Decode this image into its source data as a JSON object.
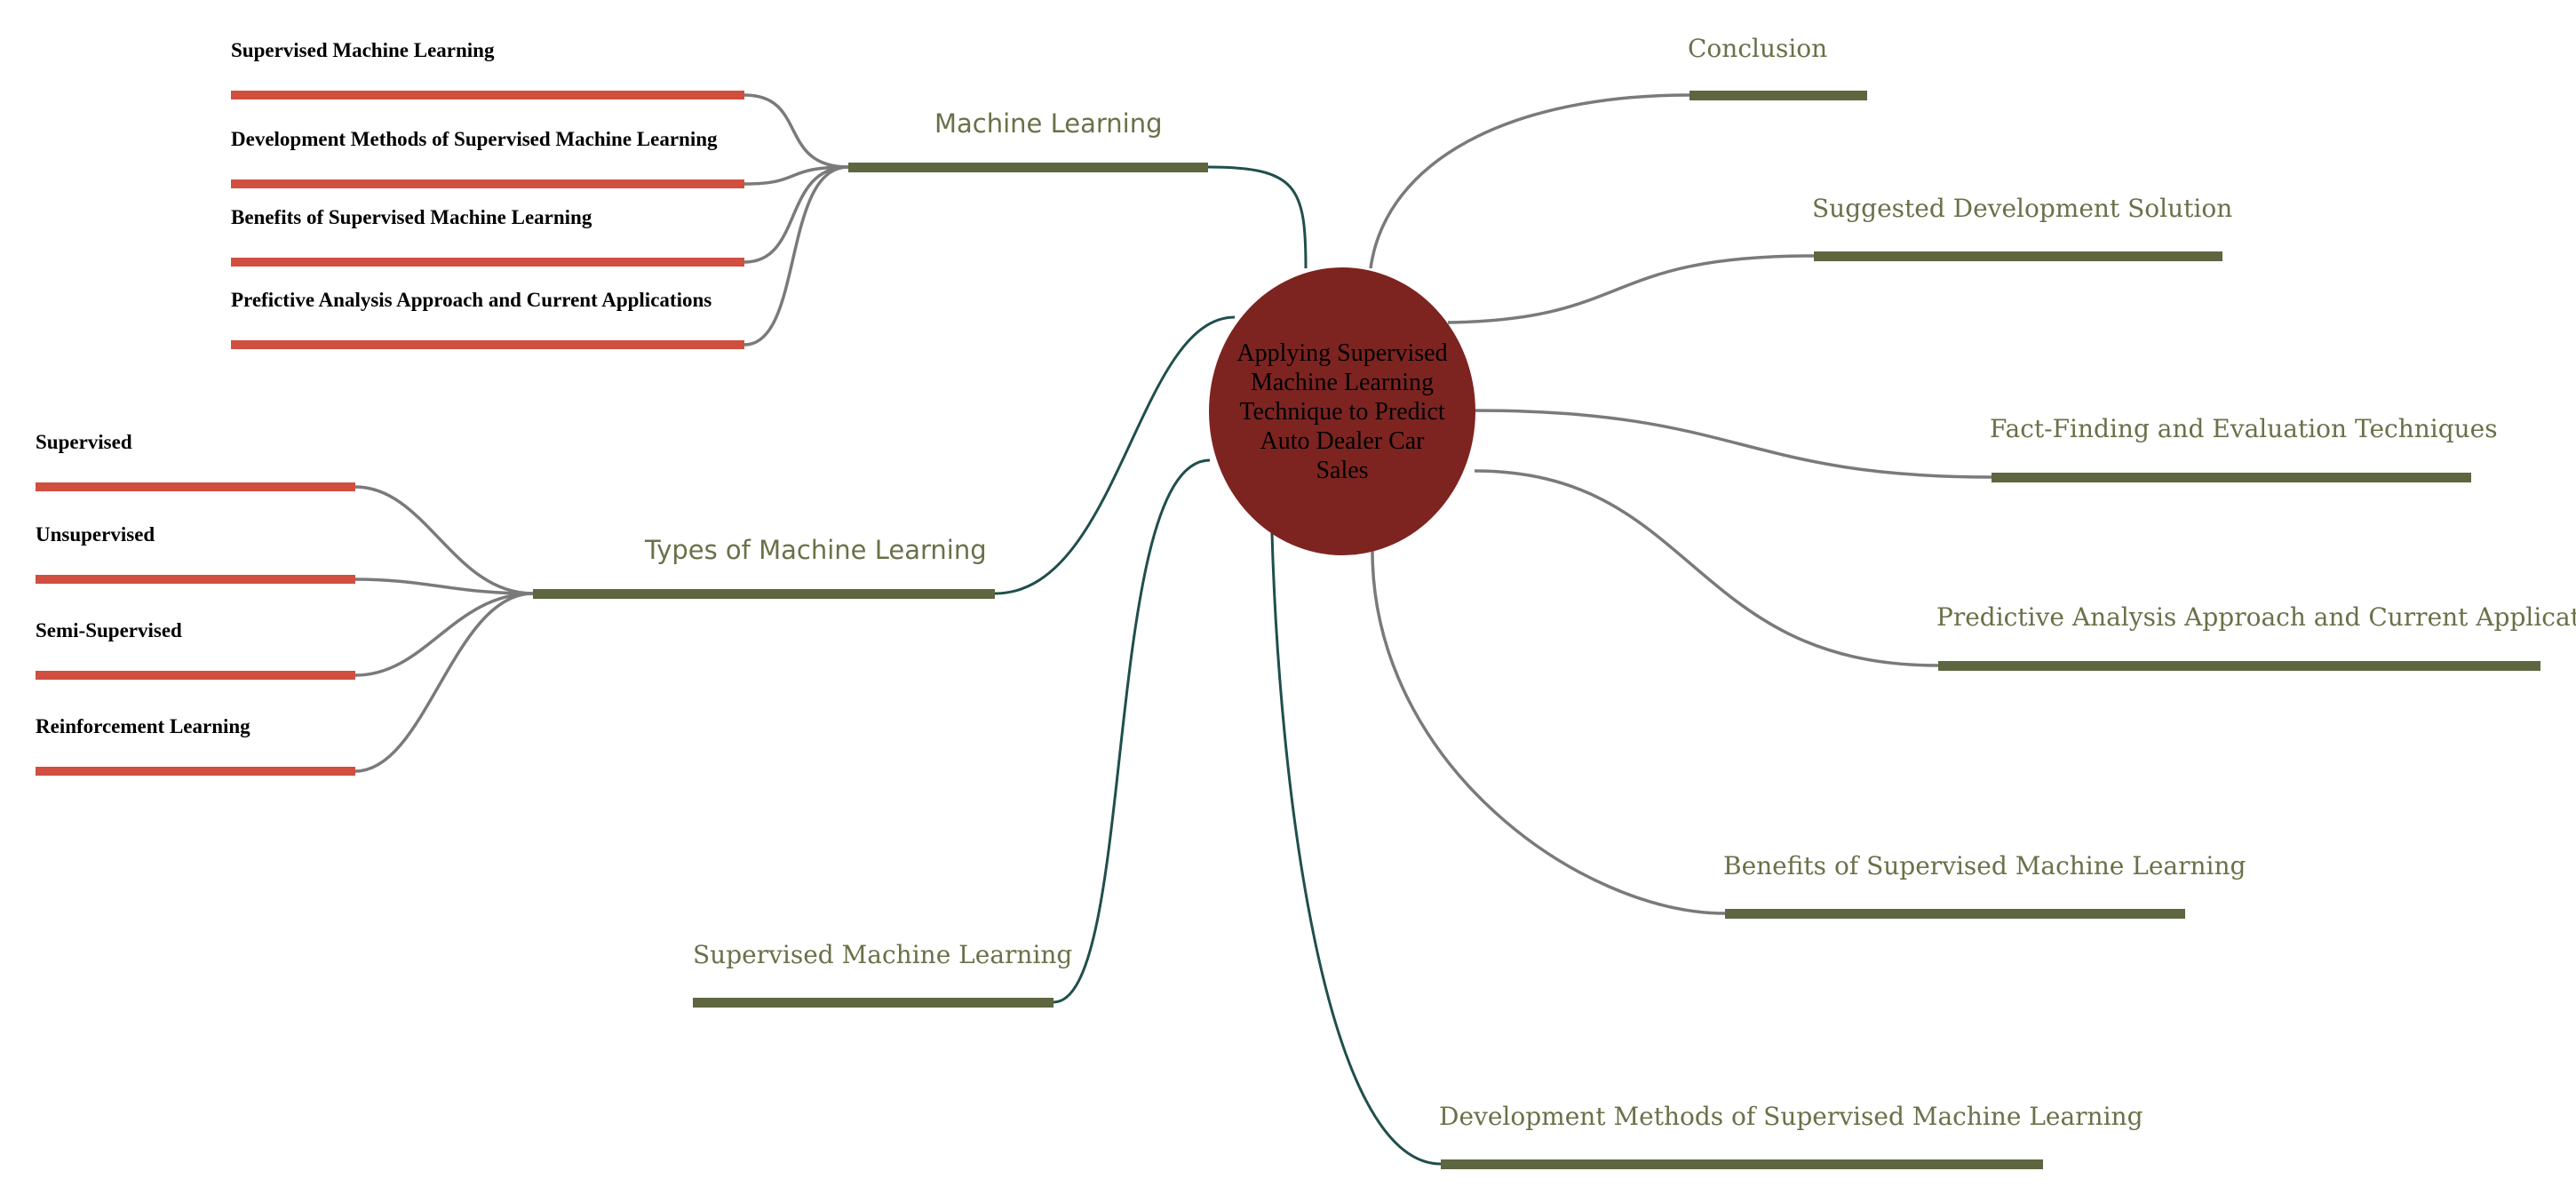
{
  "central_topic": "Applying Supervised\nMachine Learning\nTechnique to Predict\nAuto Dealer Car\nSales",
  "colors": {
    "central_fill": "#7d2421",
    "branch_bar": "#5e6640",
    "leaf_bar": "#d04f3f",
    "main_connector": "#1f4f4b",
    "sub_connector": "#7a7a7a",
    "branch_text": "#6b7048"
  },
  "branches": {
    "machine_learning": "Machine Learning",
    "types_of_ml": "Types of Machine Learning",
    "supervised_ml": "Supervised Machine Learning",
    "development_methods": "Development Methods of Supervised Machine Learning",
    "conclusion": "Conclusion",
    "suggested_solution": "Suggested Development Solution",
    "fact_finding": "Fact-Finding and Evaluation Techniques",
    "predictive_analysis": "Predictive Analysis Approach and Current Applications",
    "benefits": "Benefits of Supervised Machine Learning"
  },
  "machine_learning_children": [
    "Supervised Machine Learning",
    "Development Methods of Supervised Machine Learning",
    "Benefits of Supervised Machine Learning",
    "Prefictive Analysis Approach and Current Applications"
  ],
  "types_children": [
    "Supervised",
    "Unsupervised",
    "Semi-Supervised",
    "Reinforcement Learning"
  ]
}
